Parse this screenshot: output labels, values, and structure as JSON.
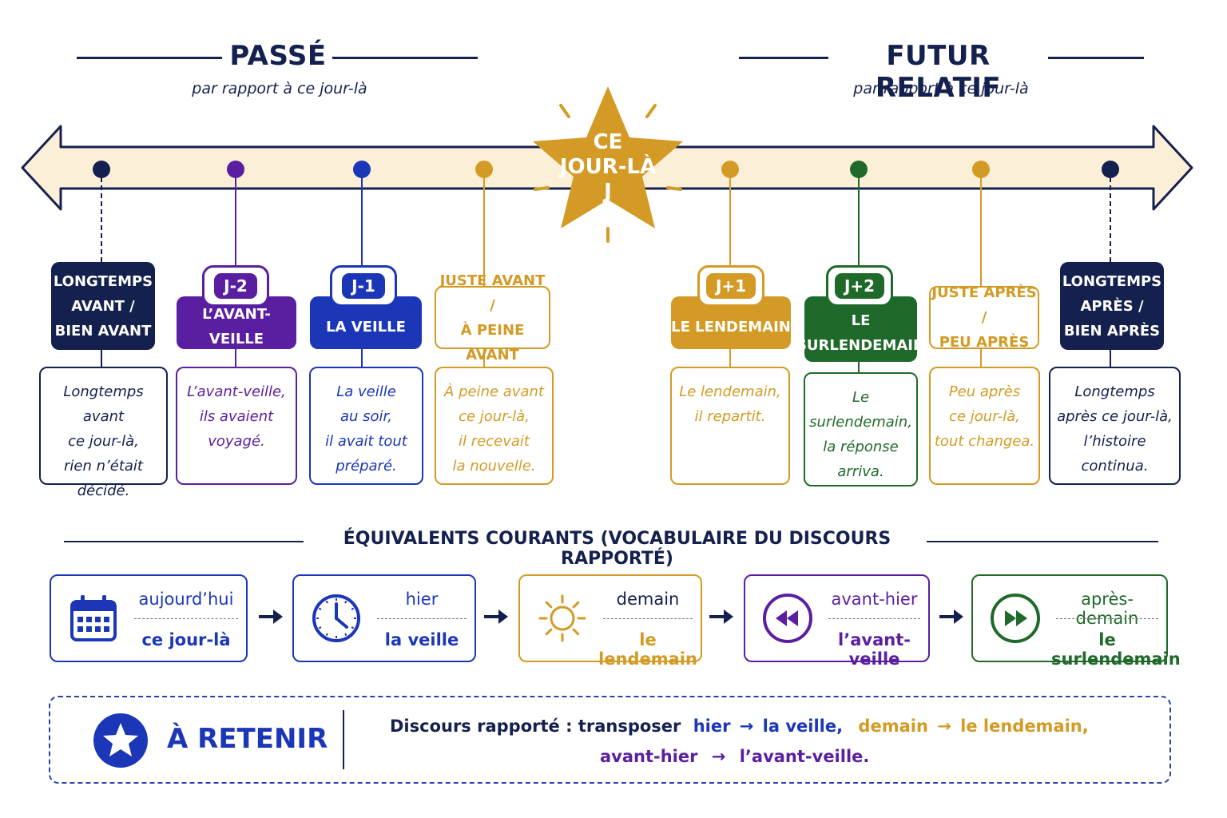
{
  "passe": {
    "title": "PASSÉ",
    "subtitle": "par rapport à ce jour-là"
  },
  "futur": {
    "title": "FUTUR RELATIF",
    "subtitle": "par rapport à ce jour-là"
  },
  "center": {
    "line1": "CE",
    "line2": "JOUR-LÀ",
    "line3": "J",
    "color": "#d39b25"
  },
  "timeline": [
    {
      "id": "longtemps-avant",
      "color": "#14204e",
      "dashed": true,
      "pill": "",
      "label": "LONGTEMPS\nAVANT /\nBIEN AVANT",
      "example": "Longtemps avant\nce jour-là,\nrien n’était\ndécidé."
    },
    {
      "id": "avant-veille",
      "color": "#5a1fa0",
      "dashed": false,
      "pill": "J-2",
      "label": "L’AVANT-VEILLE",
      "example": "L’avant-veille,\nils avaient\nvoyagé."
    },
    {
      "id": "veille",
      "color": "#1c36b8",
      "dashed": false,
      "pill": "J-1",
      "label": "LA VEILLE",
      "example": "La veille\nau soir,\nil avait tout\npréparé."
    },
    {
      "id": "juste-avant",
      "color": "#d39b25",
      "dashed": false,
      "pill": "",
      "label": "JUSTE AVANT /\nÀ PEINE AVANT",
      "example": "À peine avant\nce jour-là,\nil recevait\nla nouvelle."
    },
    {
      "id": "lendemain",
      "color": "#d39b25",
      "dashed": false,
      "pill": "J+1",
      "label": "LE LENDEMAIN",
      "example": "Le lendemain,\nil repartit."
    },
    {
      "id": "surlendemain",
      "color": "#1f6a2a",
      "dashed": false,
      "pill": "J+2",
      "label": "LE\nSURLENDEMAIN",
      "example": "Le surlendemain,\nla réponse\narriva."
    },
    {
      "id": "juste-apres",
      "color": "#d39b25",
      "dashed": false,
      "pill": "",
      "label": "JUSTE APRÈS /\nPEU APRÈS",
      "example": "Peu après\nce jour-là,\ntout changea."
    },
    {
      "id": "longtemps-apres",
      "color": "#14204e",
      "dashed": true,
      "pill": "",
      "label": "LONGTEMPS\nAPRÈS /\nBIEN APRÈS",
      "example": "Longtemps\naprès ce jour-là,\nl’histoire\ncontinua."
    }
  ],
  "equivalents": {
    "title": "ÉQUIVALENTS COURANTS (VOCABULAIRE DU DISCOURS RAPPORTÉ)",
    "items": [
      {
        "icon": "calendar-icon",
        "top": "aujourd’hui",
        "bottom": "ce jour-là",
        "color": "#1c36b8"
      },
      {
        "icon": "clock-icon",
        "top": "hier",
        "bottom": "la veille",
        "color": "#1c36b8"
      },
      {
        "icon": "sun-icon",
        "top": "demain",
        "bottom": "le lendemain",
        "color": "#d39b25"
      },
      {
        "icon": "rewind-icon",
        "top": "avant-hier",
        "bottom": "l’avant-veille",
        "color": "#5a1fa0"
      },
      {
        "icon": "fast-forward-icon",
        "top": "après-demain",
        "bottom": "le surlendemain",
        "color": "#1f6a2a"
      }
    ]
  },
  "retenir": {
    "title": "À RETENIR",
    "intro": "Discours rapporté : transposer",
    "hier": "hier",
    "arrow": "→",
    "veille": "la veille,",
    "demain": "demain",
    "lendemain": "le lendemain,",
    "avanthier": "avant-hier",
    "avantveille": "l’avant-veille."
  }
}
